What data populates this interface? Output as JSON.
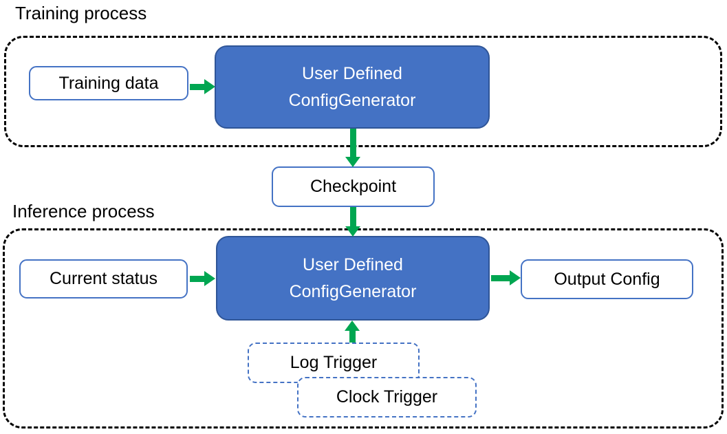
{
  "colors": {
    "accent_blue": "#4472C4",
    "blue_box_border": "#2F5597",
    "arrow_green": "#00A651",
    "dashed_black": "#000000"
  },
  "training_section": {
    "title": "Training process",
    "training_data_label": "Training data",
    "generator_line1": "User Defined",
    "generator_line2": "ConfigGenerator"
  },
  "checkpoint": {
    "label": "Checkpoint"
  },
  "inference_section": {
    "title": "Inference process",
    "current_status_label": "Current status",
    "generator_line1": "User Defined",
    "generator_line2": "ConfigGenerator",
    "output_config_label": "Output Config",
    "log_trigger_label": "Log Trigger",
    "clock_trigger_label": "Clock Trigger"
  }
}
